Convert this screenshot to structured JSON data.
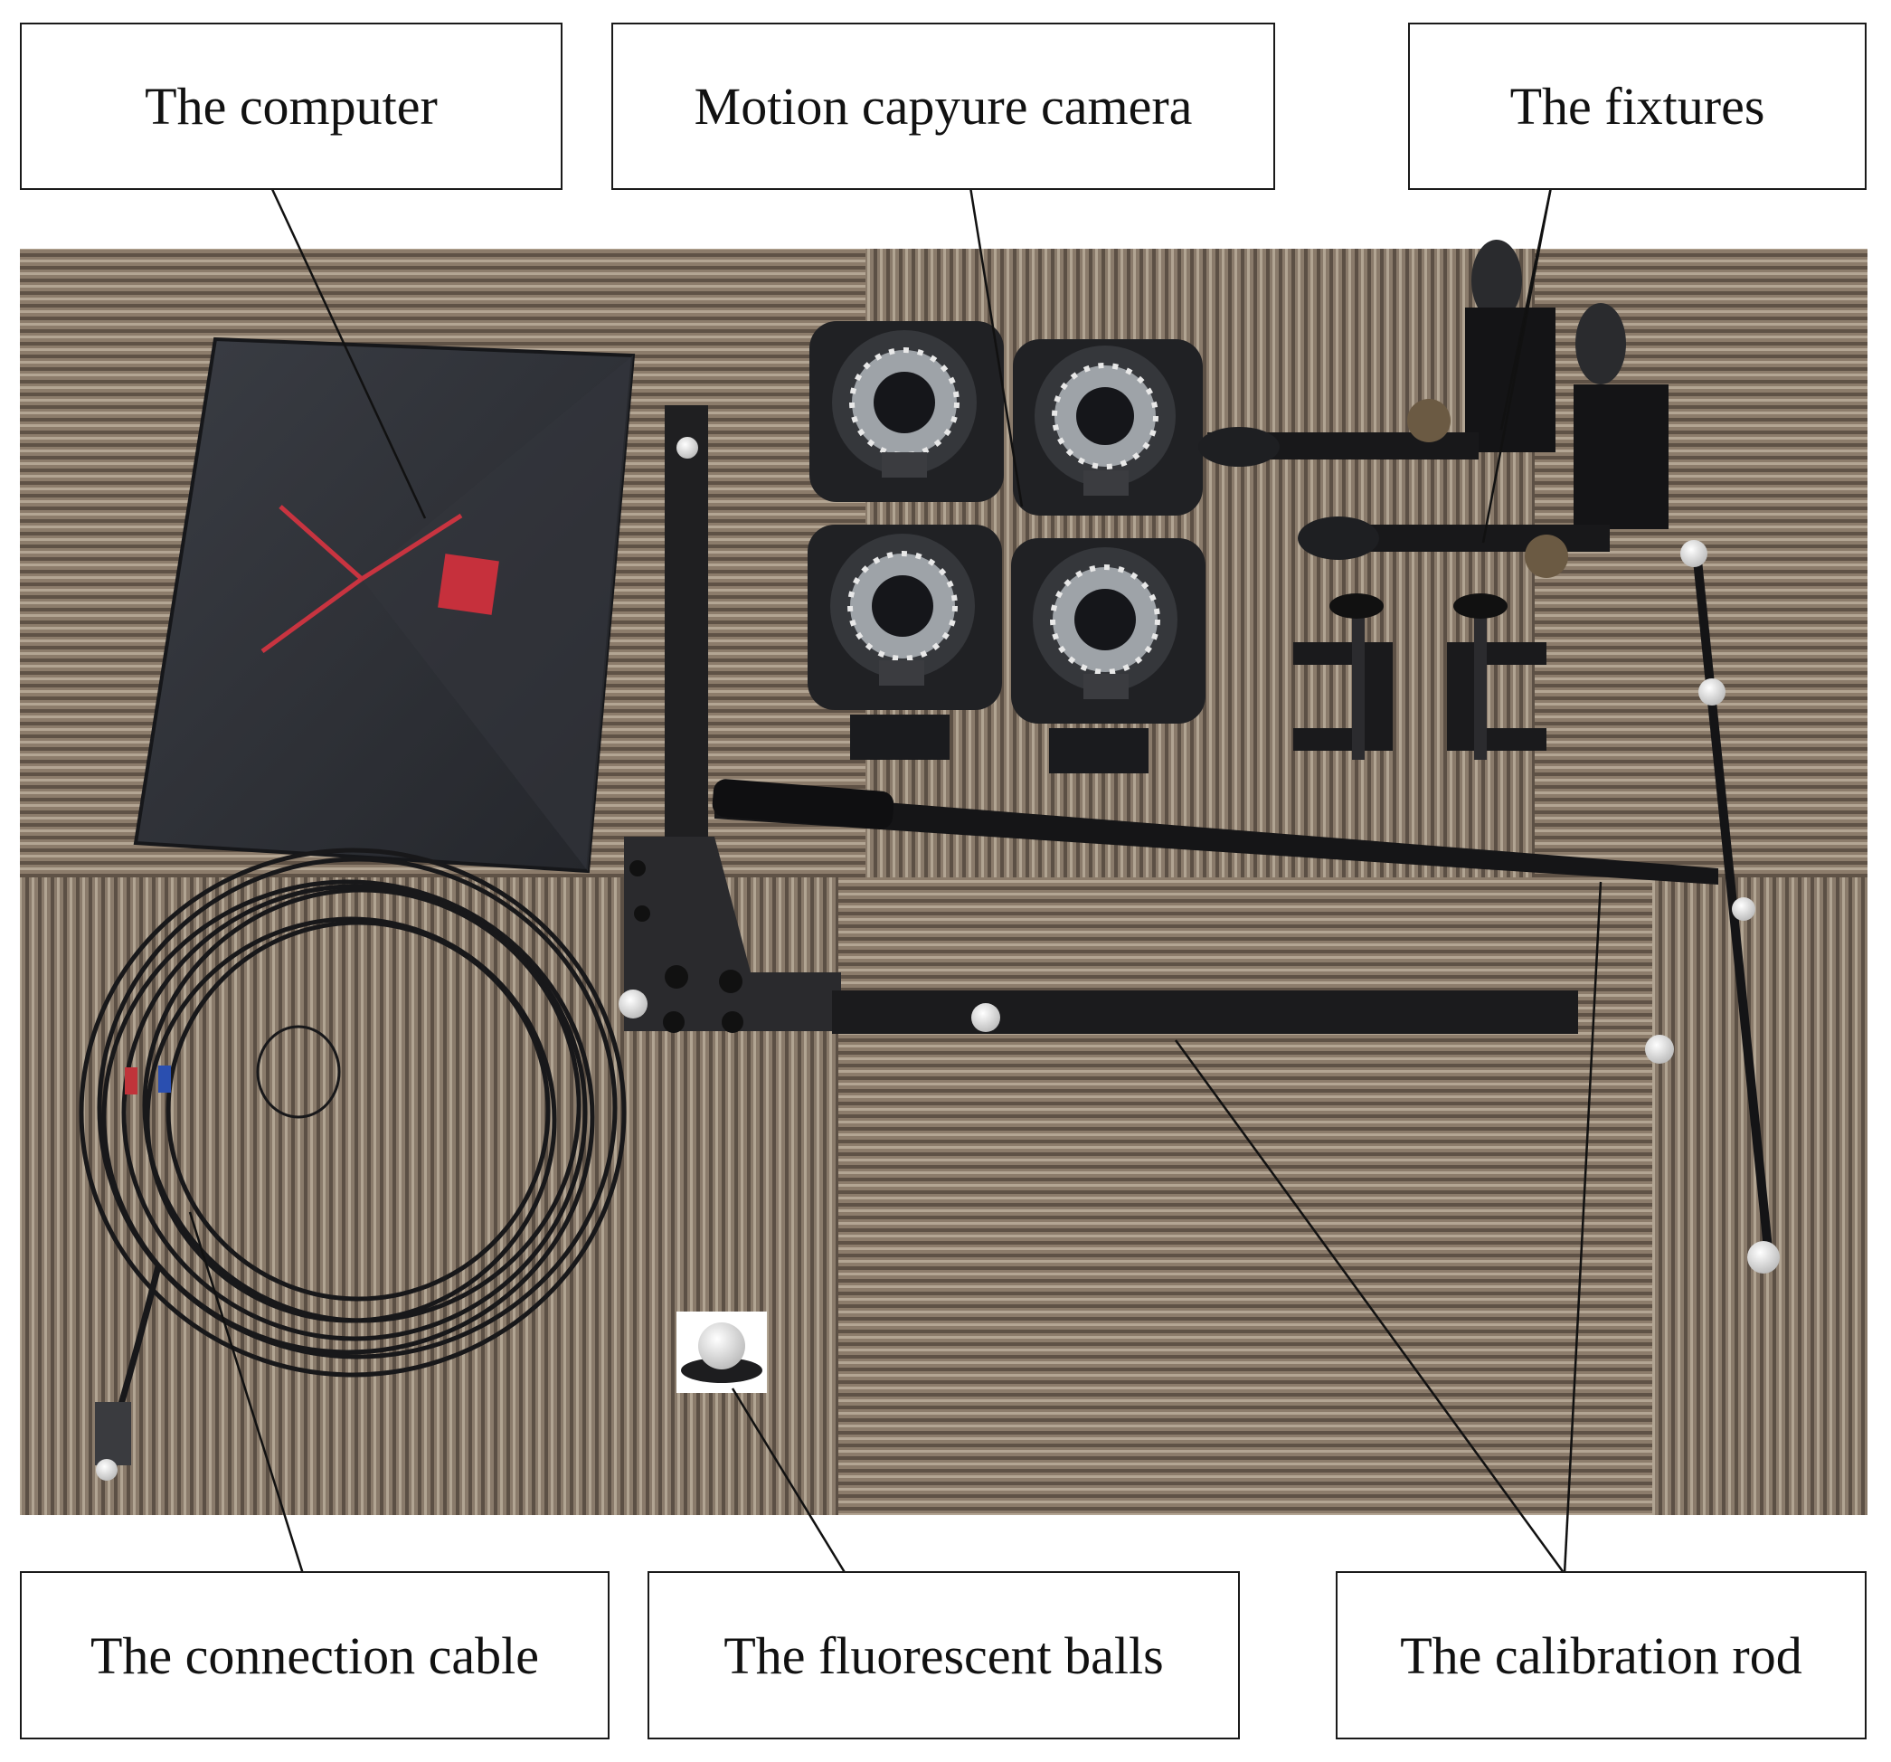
{
  "labels": {
    "computer": "The computer",
    "camera": "Motion capyure camera",
    "fixtures": "The fixtures",
    "cable": "The connection cable",
    "balls": "The fluorescent balls",
    "rod": "The calibration rod"
  },
  "colors": {
    "carpet": "#8a7a6a",
    "carpet_dark": "#5e5044",
    "equipment": "#1d1d1f",
    "laptop": "#2c2e33",
    "laptop_accent": "#d8343f",
    "marker_ball": "#f2f2f2",
    "leader_line": "#111111"
  }
}
